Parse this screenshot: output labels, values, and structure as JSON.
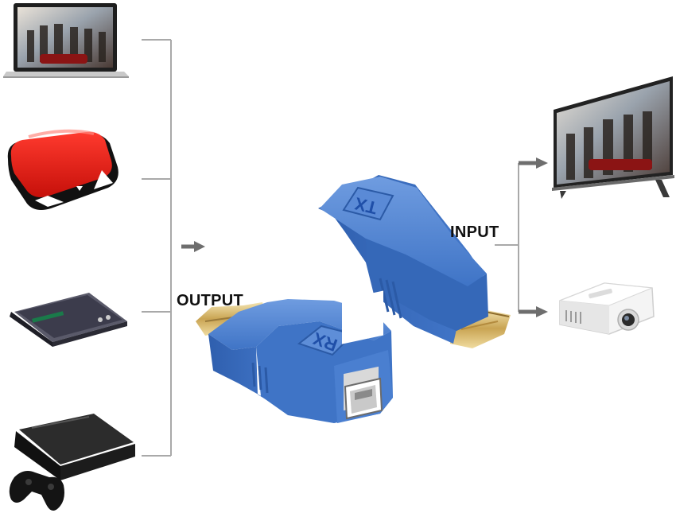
{
  "labels": {
    "output": "OUTPUT",
    "input": "INPUT",
    "tx_mark": "TX",
    "rx_mark": "RX"
  },
  "colors": {
    "connector_blue": "#3f74c6",
    "line_gray": "#a9a9a9",
    "arrow_gray": "#6e6e6e"
  },
  "devices": {
    "sources": [
      "laptop-icon",
      "media-box-icon",
      "dvd-player-icon",
      "game-console-icon"
    ],
    "displays": [
      "television-icon",
      "projector-icon"
    ]
  }
}
